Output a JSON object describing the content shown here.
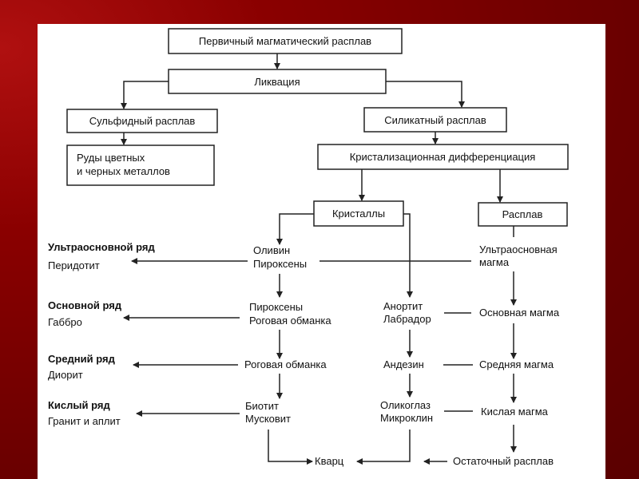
{
  "boxes": {
    "primary": "Первичный магматический расплав",
    "liquation": "Ликвация",
    "sulfide": "Сульфидный расплав",
    "silicate": "Силикатный расплав",
    "ores_1": "Руды цветных",
    "ores_2": "и черных металлов",
    "crystallization": "Кристализационная дифференциация",
    "crystals": "Кристаллы",
    "melt": "Расплав"
  },
  "series": [
    {
      "name": "Ультраосновной ряд",
      "rock": "Перидотит"
    },
    {
      "name": "Основной ряд",
      "rock": "Габбро"
    },
    {
      "name": "Средний ряд",
      "rock": "Диорит"
    },
    {
      "name": "Кислый ряд",
      "rock": "Гранит и аплит"
    }
  ],
  "dark_minerals": [
    [
      "Оливин",
      "Пироксены"
    ],
    [
      "Пироксены",
      "Роговая обманка"
    ],
    [
      "Роговая обманка"
    ],
    [
      "Биотит",
      "Мусковит"
    ]
  ],
  "feldspars": [
    [
      "Анортит",
      "Лабрадор"
    ],
    [
      "Андезин"
    ],
    [
      "Оликоглаз",
      "Микроклин"
    ]
  ],
  "magmas": {
    "ultrabasic_1": "Ультраосновная",
    "ultrabasic_2": "магма",
    "basic": "Основная магма",
    "intermediate": "Средняя магма",
    "acid": "Кислая магма",
    "residual": "Остаточный расплав"
  },
  "quartz": "Кварц"
}
